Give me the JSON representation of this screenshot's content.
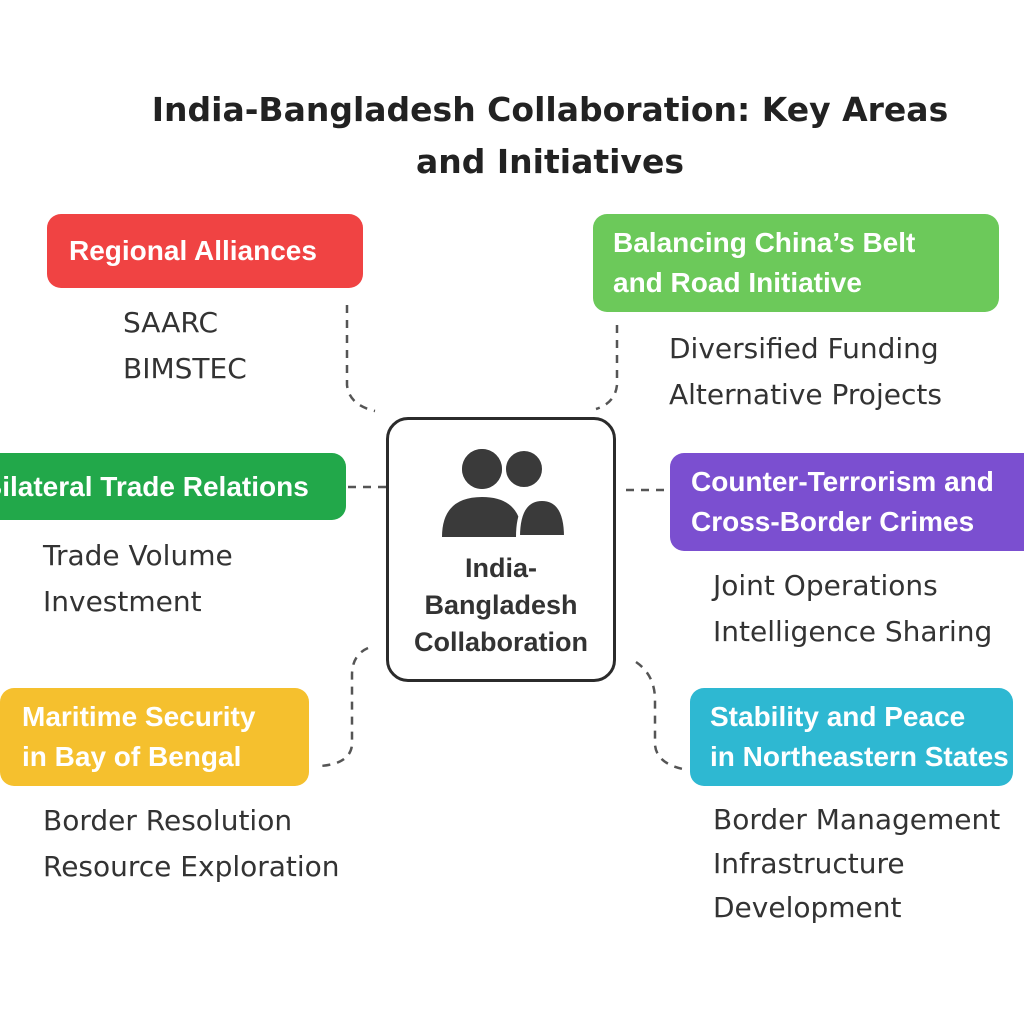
{
  "title": {
    "line1": "India-Bangladesh Collaboration: Key Areas",
    "line2": "and Initiatives"
  },
  "center": {
    "icon": "people-icon",
    "label_lines": [
      "India-",
      "Bangladesh",
      "Collaboration"
    ]
  },
  "nodes": {
    "regional": {
      "title_lines": [
        "Regional Alliances"
      ],
      "color": "#f04343",
      "items": [
        "SAARC",
        "BIMSTEC"
      ]
    },
    "china": {
      "title_lines": [
        "Balancing China’s Belt",
        "and Road Initiative"
      ],
      "color": "#6cc95a",
      "items": [
        "Diversified Funding",
        "Alternative Projects"
      ]
    },
    "trade": {
      "title_lines": [
        "Bilateral Trade Relations"
      ],
      "color": "#22a84a",
      "items": [
        "Trade Volume",
        "Investment"
      ]
    },
    "terror": {
      "title_lines": [
        "Counter-Terrorism and",
        "Cross-Border Crimes"
      ],
      "color": "#7b4fd0",
      "items": [
        "Joint Operations",
        "Intelligence Sharing"
      ]
    },
    "maritime": {
      "title_lines": [
        "Maritime Security",
        "in Bay of Bengal"
      ],
      "color": "#f5c02e",
      "items": [
        "Border Resolution",
        "Resource Exploration"
      ]
    },
    "northeast": {
      "title_lines": [
        "Stability and Peace",
        "in Northeastern States"
      ],
      "color": "#2eb8d2",
      "items": [
        "Border Management",
        "Infrastructure",
        "Development"
      ]
    }
  },
  "connector_color": "#555555"
}
